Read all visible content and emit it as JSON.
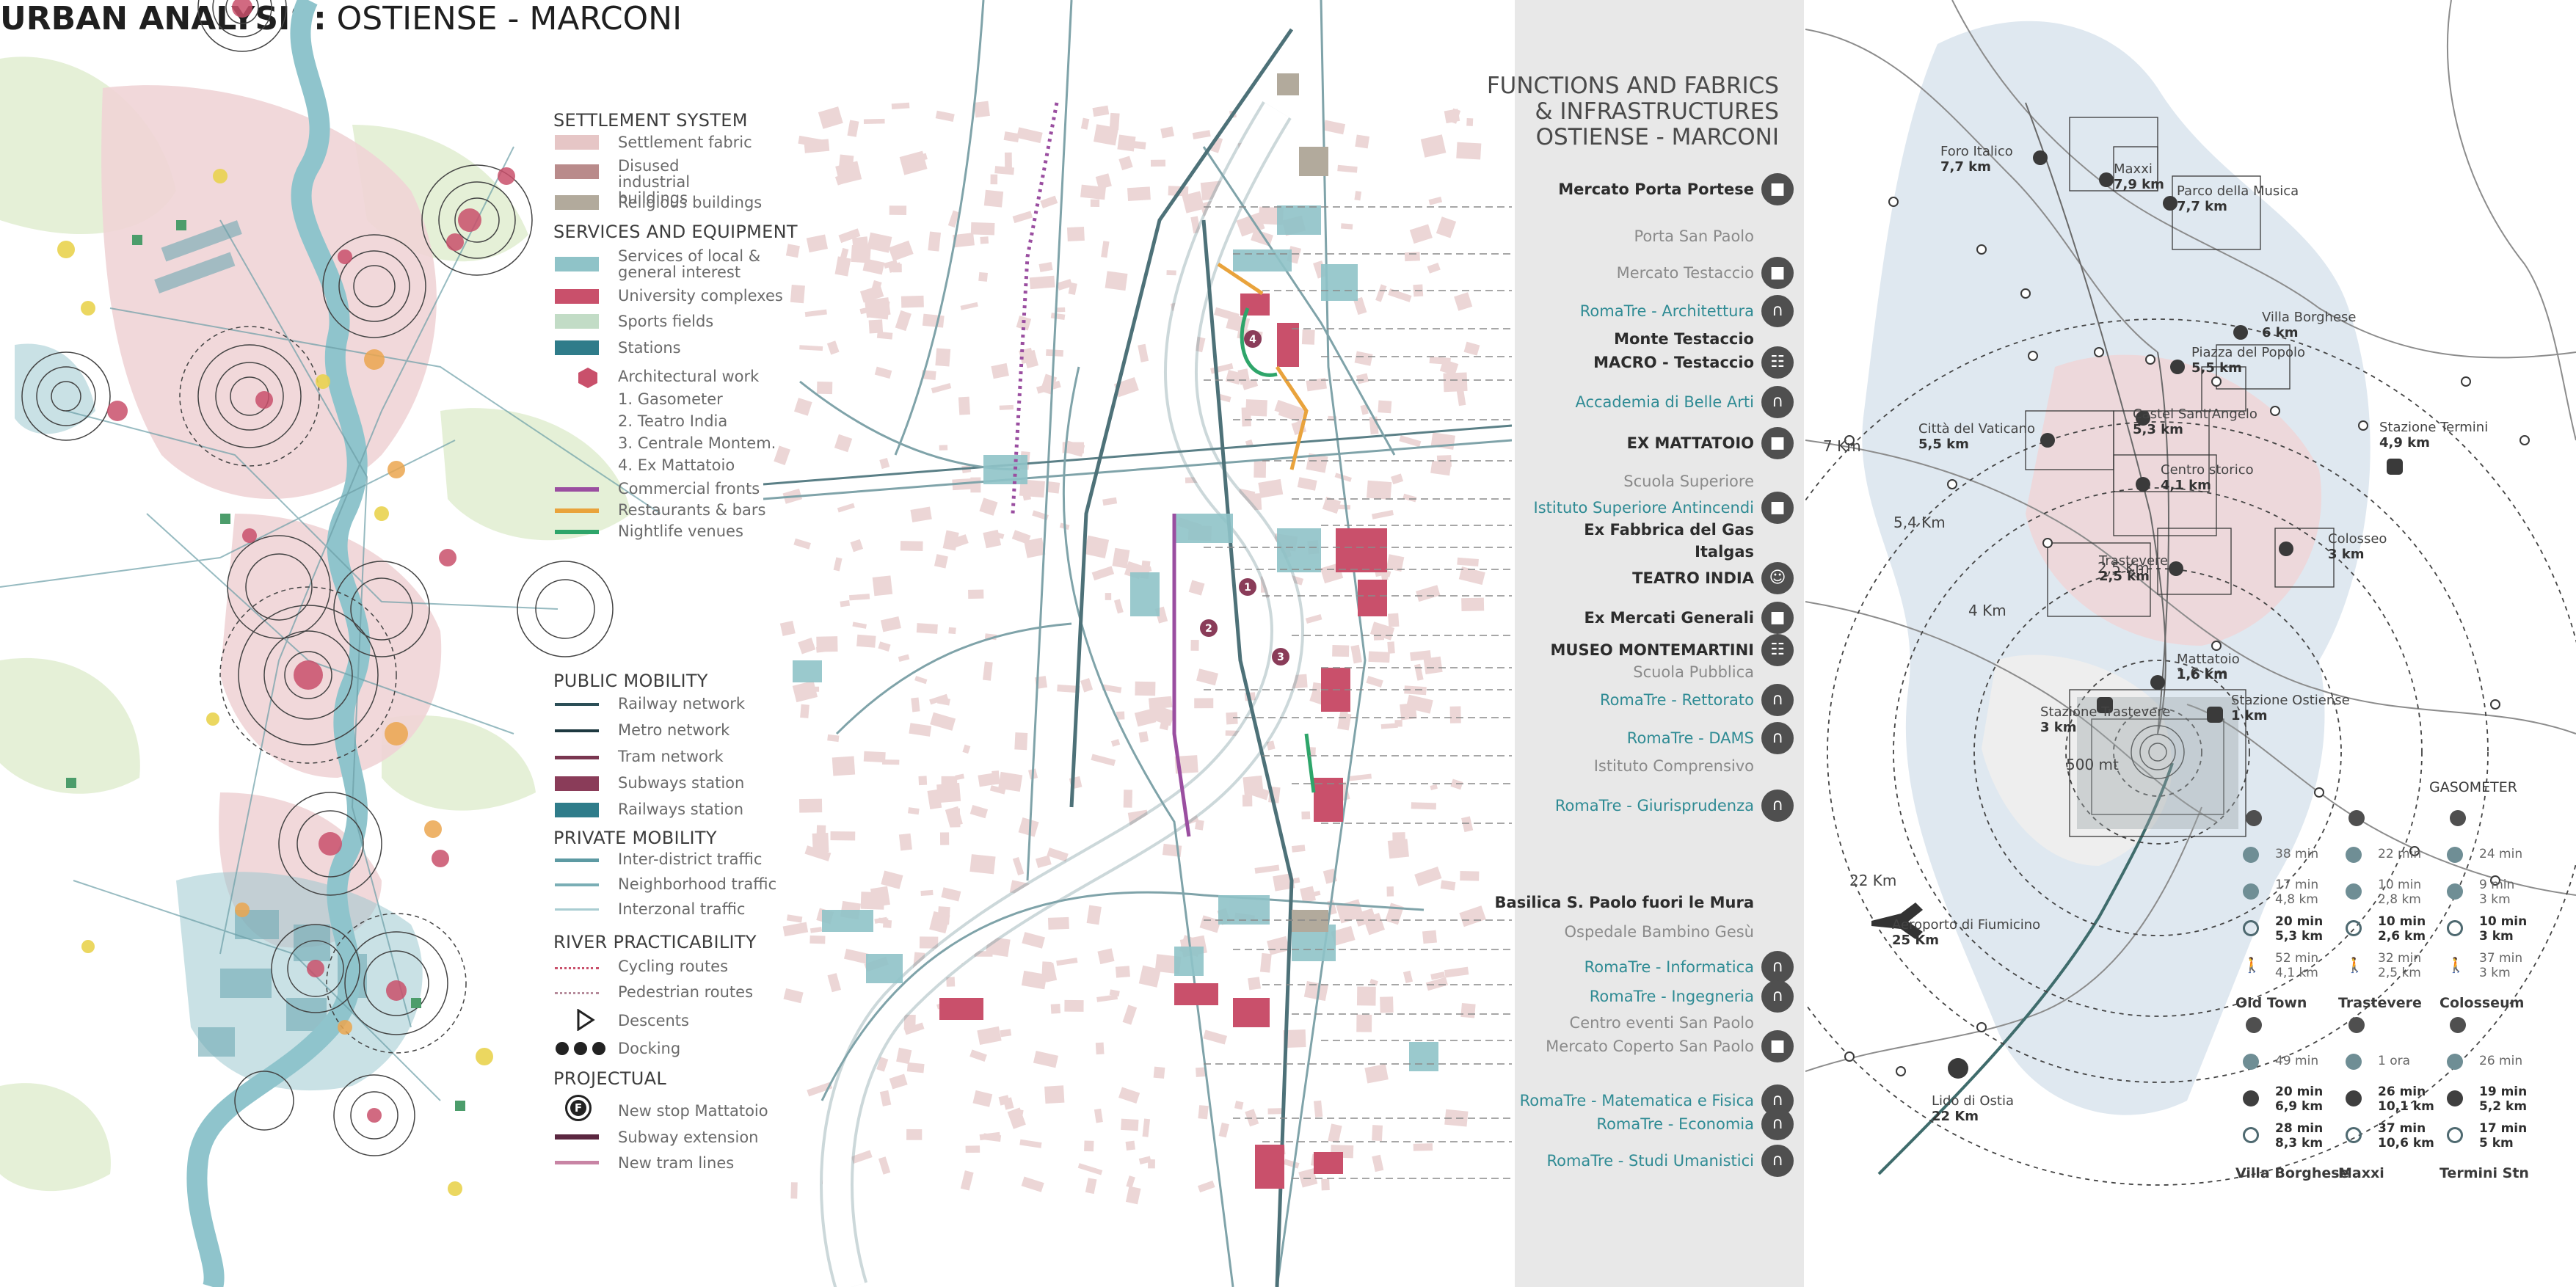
{
  "title": {
    "bold": "URBAN ANALYSIS:",
    "rest": " OSTIENSE - MARCONI"
  },
  "legend": {
    "settlement": {
      "head": "SETTLEMENT SYSTEM",
      "items": [
        "Settlement fabric",
        "Disused industrial buildings",
        "Religious buildings"
      ]
    },
    "services": {
      "head": "SERVICES AND EQUIPMENT",
      "items": [
        "Services of local & general interest",
        "University complexes",
        "Sports fields",
        "Stations"
      ]
    },
    "arch": {
      "head": "Architectural work",
      "items": [
        "1. Gasometer",
        "2. Teatro India",
        "3. Centrale Montem.",
        "4. Ex Mattatoio"
      ]
    },
    "fronts": [
      "Commercial fronts",
      "Restaurants & bars",
      "Nightlife venues"
    ],
    "public": {
      "head": "PUBLIC MOBILITY",
      "items": [
        "Railway network",
        "Metro network",
        "Tram network",
        "Subways station",
        "Railways station"
      ]
    },
    "private": {
      "head": "PRIVATE MOBILITY",
      "items": [
        "Inter-district traffic",
        "Neighborhood traffic",
        "Interzonal traffic"
      ]
    },
    "river": {
      "head": "RIVER PRACTICABILITY",
      "items": [
        "Cycling routes",
        "Pedestrian routes",
        "Descents",
        "Docking"
      ]
    },
    "project": {
      "head": "PROJECTUAL",
      "items": [
        "New stop Mattatoio",
        "Subway extension",
        "New tram lines"
      ],
      "stop_letter": "F"
    }
  },
  "functions": {
    "head": "FUNCTIONS AND FABRICS\n& INFRASTRUCTURES\nOSTIENSE - MARCONI",
    "items": [
      {
        "label": "Mercato Porta Portese",
        "style": "dark"
      },
      {
        "label": "Porta San Paolo",
        "style": "grey"
      },
      {
        "label": "Mercato Testaccio",
        "style": "grey"
      },
      {
        "label": "RomaTre - Architettura",
        "style": "teal"
      },
      {
        "label": "Monte Testaccio",
        "style": "dark"
      },
      {
        "label": "MACRO - Testaccio",
        "style": "dark"
      },
      {
        "label": "Accademia di Belle Arti",
        "style": "teal"
      },
      {
        "label": "EX MATTATOIO",
        "style": "dark"
      },
      {
        "label": "Scuola Superiore",
        "style": "grey"
      },
      {
        "label": "Istituto Superiore Antincendi",
        "style": "teal"
      },
      {
        "label": "Ex Fabbrica del Gas",
        "style": "dark"
      },
      {
        "label": "Italgas",
        "style": "dark"
      },
      {
        "label": "TEATRO INDIA",
        "style": "dark"
      },
      {
        "label": "Ex Mercati Generali",
        "style": "dark"
      },
      {
        "label": "MUSEO MONTEMARTINI",
        "style": "dark"
      },
      {
        "label": "Scuola Pubblica",
        "style": "grey"
      },
      {
        "label": "RomaTre - Rettorato",
        "style": "teal"
      },
      {
        "label": "RomaTre - DAMS",
        "style": "teal"
      },
      {
        "label": "Istituto Comprensivo",
        "style": "grey"
      },
      {
        "label": "RomaTre - Giurisprudenza",
        "style": "teal"
      },
      {
        "label": "Basilica S. Paolo fuori le Mura",
        "style": "dark"
      },
      {
        "label": "Ospedale Bambino Gesù",
        "style": "grey"
      },
      {
        "label": "RomaTre - Informatica",
        "style": "teal"
      },
      {
        "label": "RomaTre - Ingegneria",
        "style": "teal"
      },
      {
        "label": "Centro eventi San Paolo",
        "style": "grey"
      },
      {
        "label": "Mercato Coperto San Paolo",
        "style": "grey"
      },
      {
        "label": "RomaTre - Matematica e Fisica",
        "style": "teal"
      },
      {
        "label": "RomaTre - Economia",
        "style": "teal"
      },
      {
        "label": "RomaTre - Studi Umanistici",
        "style": "teal"
      }
    ],
    "numbers": [
      "1",
      "2",
      "3",
      "4"
    ]
  },
  "distances": {
    "rings": [
      "500 mt",
      "1,6 Km",
      "2,5 Km",
      "4 Km",
      "5,4 Km",
      "7 Km",
      "22 Km"
    ],
    "places": [
      {
        "name": "Foro Italico",
        "dist": "7,7 km"
      },
      {
        "name": "Maxxi",
        "dist": "7,9 km"
      },
      {
        "name": "Parco della Musica",
        "dist": "7,7 km"
      },
      {
        "name": "Villa Borghese",
        "dist": "6 km"
      },
      {
        "name": "Piazza del Popolo",
        "dist": "5,5 km"
      },
      {
        "name": "Città del Vaticano",
        "dist": "5,5 km"
      },
      {
        "name": "Castel Sant'Angelo",
        "dist": "5,3 km"
      },
      {
        "name": "Centro storico",
        "dist": "4,1 km"
      },
      {
        "name": "Colosseo",
        "dist": "3 km"
      },
      {
        "name": "Trastevere",
        "dist": "2,5 km"
      },
      {
        "name": "Mattatoio",
        "dist": "1,6 km"
      },
      {
        "name": "Stazione Termini",
        "dist": "4,9 km"
      },
      {
        "name": "Stazione Trastevere",
        "dist": "3 km"
      },
      {
        "name": "Stazione Ostiense",
        "dist": "1 km"
      },
      {
        "name": "Aeroporto di Fiumicino",
        "dist": "25 Km"
      },
      {
        "name": "Lido di Ostia",
        "dist": "22 Km"
      }
    ]
  },
  "travel": {
    "gasometer_head": "GASOMETER",
    "destinations": [
      {
        "name": "Old Town",
        "rows": [
          [
            "38 min",
            ""
          ],
          [
            "17 min",
            "4,8 km"
          ],
          [
            "20 min",
            "5,3 km"
          ],
          [
            "52 min",
            "4,1 km"
          ]
        ]
      },
      {
        "name": "Trastevere",
        "rows": [
          [
            "22 min",
            ""
          ],
          [
            "10 min",
            "2,8 km"
          ],
          [
            "10 min",
            "2,6 km"
          ],
          [
            "32 min",
            "2,5 km"
          ]
        ]
      },
      {
        "name": "Colosseum",
        "rows": [
          [
            "24 min",
            ""
          ],
          [
            "9 min",
            "3 km"
          ],
          [
            "10 min",
            "3 km"
          ],
          [
            "37 min",
            "3 km"
          ]
        ]
      },
      {
        "name": "Villa Borghese",
        "rows": [
          [
            "49 min",
            ""
          ],
          [
            "20 min",
            "6,9 km"
          ],
          [
            "28 min",
            "8,3 km"
          ]
        ]
      },
      {
        "name": "Maxxi",
        "rows": [
          [
            "1 ora",
            ""
          ],
          [
            "26 min",
            "10,1 km"
          ],
          [
            "37 min",
            "10,6 km"
          ]
        ]
      },
      {
        "name": "Termini Stn",
        "rows": [
          [
            "26 min",
            ""
          ],
          [
            "19 min",
            "5,2 km"
          ],
          [
            "17 min",
            "5 km"
          ]
        ]
      }
    ]
  },
  "colors": {
    "fabric": "#e6c6c6",
    "industrial": "#b98b8b",
    "religious": "#b2aa9c",
    "services": "#8fc3c8",
    "university": "#c9506b",
    "sports": "#c2dcc6",
    "stations": "#2f7c8a",
    "commercial": "#9a4ea0",
    "restaurants": "#e9a33c",
    "nightlife": "#2ea56a",
    "river": "#8fc4cc",
    "panel": "#e8e8e8"
  }
}
